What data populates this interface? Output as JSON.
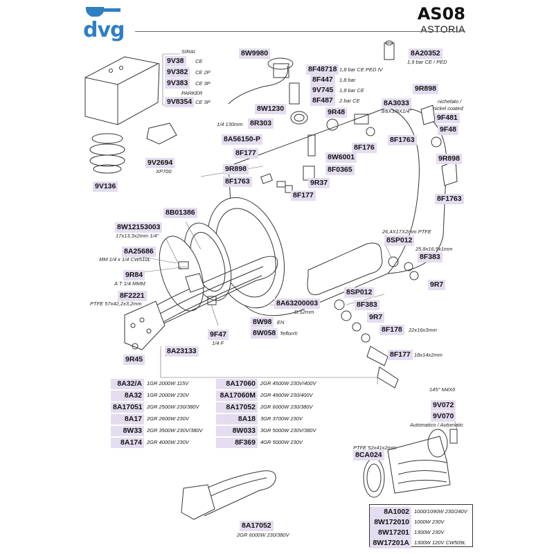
{
  "header": {
    "brand": "dvg",
    "model": "AS08",
    "manufacturer": "ASTORIA"
  },
  "labels": {
    "sirai": "SIRAI",
    "9v38": "9V38",
    "ce1": "CE",
    "9v382": "9V382",
    "ce2p": "CE 2P",
    "9v383": "9V383",
    "ce3p1": "CE 3P",
    "parker": "PARKER",
    "9v8354": "9V8354",
    "ce3p2": "CE 3P",
    "9v136": "9V136",
    "9v2694": "9V2694",
    "xp700": "XP700",
    "8w9980": "8W9980",
    "8f48718": "8F48718",
    "n8f48718": "1,8 bar CE PED IV",
    "8f447": "8F447",
    "n8f447": "1,8 bar",
    "9v745": "9V745",
    "n9v745": "1,8 bar CE",
    "8f487": "8F487",
    "n8f487": "2 bar CE",
    "8w1230": "8W1230",
    "9r48": "9R48",
    "8r303": "8R303",
    "n8r303": "1/4 130mm",
    "8a56150": "8A56150-P",
    "8f177a": "8F177",
    "9r898a": "9R898",
    "8f1763a": "8F1763",
    "8w6001": "8W6001",
    "8f176": "8F176",
    "8f0365": "8F0365",
    "9r37": "9R37",
    "8f177b": "8F177",
    "8a20352": "8A20352",
    "n8a20352": "1,9 bar CE / PED",
    "9r898b": "9R898",
    "8a3033": "8A3033",
    "n8a3033": "3/8X3/8X1/4\"",
    "nichelato": "nichelato /",
    "nickel": "nickel coated",
    "9f481": "9F481",
    "9f48": "9F48",
    "8f1763b": "8F1763",
    "9r898c": "9R898",
    "8f1763c": "8F1763",
    "8b01386": "8B01386",
    "8w12153003": "8W12153003",
    "n8w12153003": "17x13,3x2mm 1/4\"",
    "8a25686": "8A25686",
    "n8a25686": "MM 1/4 x 1/4 CW510L",
    "9r84": "9R84",
    "n9r84": "A T 1/4 MMM",
    "8f2221": "8F2221",
    "n8f2221": "PTFE 57x42,2x3,2mm",
    "9r45": "9R45",
    "8a23133": "8A23133",
    "9f47": "9F47",
    "n9f47": "1/4 F",
    "8w98": "8W98",
    "n8w98": "EN",
    "8w058": "8W058",
    "n8w058": "Teflon®",
    "8a63200003": "8A63200003",
    "n8a63200003": "D.52mm",
    "n8sp012a": "26,4X17X2mm PTFE",
    "8sp012a": "8SP012",
    "n8f383a": "25,8x16,5x1mm",
    "8f383a": "8F383",
    "9r7a": "9R7",
    "8sp012b": "8SP012",
    "8f383b": "8F383",
    "9r7b": "9R7",
    "8f178": "8F178",
    "n8f178": "22x16x3mm",
    "8f177c": "8F177",
    "n8f177c": "18x14x2mm",
    "n145": "145° M4X6",
    "9v072": "9V072",
    "9v070": "9V070",
    "nauto": "Automatico / Automatic",
    "nptfe52": "PTFE 52x41x2mm",
    "8ca024": "8CA024",
    "8a17052b": "8A17052",
    "n8a17052b": "2GR 6000W 230/380V"
  },
  "table_left": [
    {
      "code": "8A32/A",
      "desc": "1GR 2000W 115V"
    },
    {
      "code": "8A32",
      "desc": "1GR 2000W 230V"
    },
    {
      "code": "8A17051",
      "desc": "2GR 2500W 230/380V"
    },
    {
      "code": "8A17",
      "desc": "2GR 2600W 230V"
    },
    {
      "code": "8W33",
      "desc": "2GR 3500W 230V/380V"
    },
    {
      "code": "8A174",
      "desc": "2GR 4000W 230V"
    }
  ],
  "table_right": [
    {
      "code": "8A17060",
      "desc": "2GR 4500W 230V/400V"
    },
    {
      "code": "8A17060M",
      "desc": "2GR 4900W 230/400V"
    },
    {
      "code": "8A17052",
      "desc": "2GR 6000W 230/380V"
    },
    {
      "code": "8A18",
      "desc": "3GR 3700W 230V"
    },
    {
      "code": "8W033",
      "desc": "3GR 5000W 230V/380V"
    },
    {
      "code": "8F369",
      "desc": "4GR 5000W 230V"
    }
  ],
  "table_bottom": [
    {
      "code": "8A1002",
      "desc": "1000/1090W 230/240V"
    },
    {
      "code": "8W172010",
      "desc": "1000W 230V"
    },
    {
      "code": "8W17201",
      "desc": "1300W 230V"
    },
    {
      "code": "8W17201A",
      "desc": "1300W 120V CW509L"
    }
  ],
  "colors": {
    "accent": "#2f7fc4",
    "label_bg": "#e4dcef"
  }
}
